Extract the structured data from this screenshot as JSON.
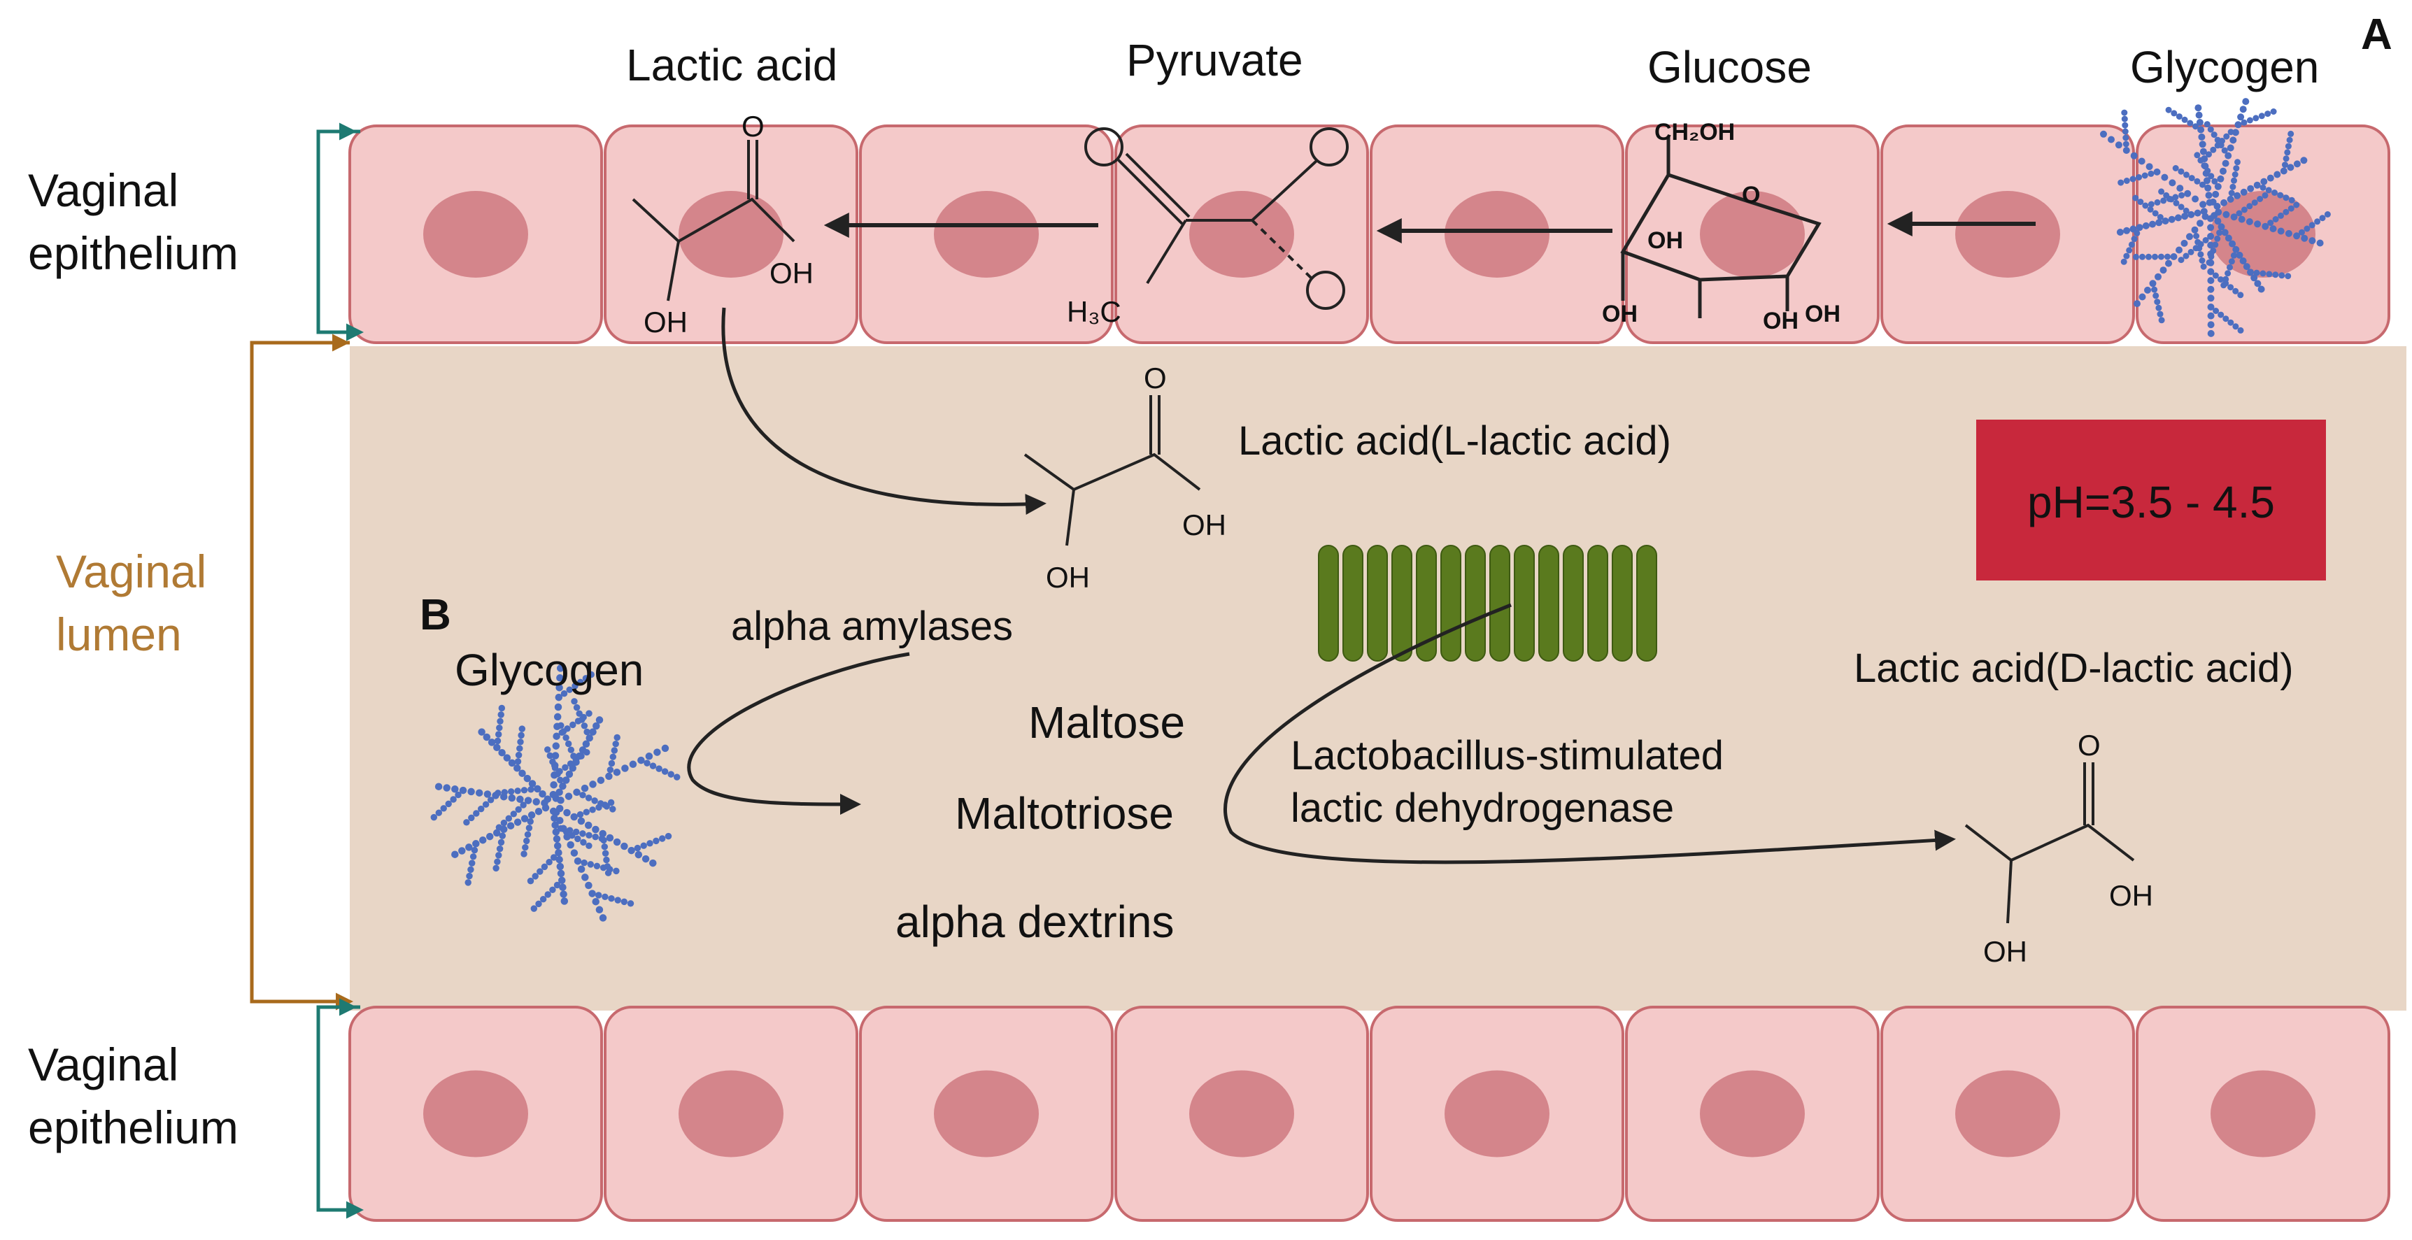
{
  "panel_labels": {
    "a": "A",
    "b": "B"
  },
  "side_labels": {
    "epithelium_top_line1": "Vaginal",
    "epithelium_top_line2": "epithelium",
    "lumen_line1": "Vaginal",
    "lumen_line2": "lumen",
    "epithelium_bottom_line1": "Vaginal",
    "epithelium_bottom_line2": "epithelium"
  },
  "pathway_a": {
    "lactic_acid": "Lactic acid",
    "pyruvate": "Pyruvate",
    "glucose": "Glucose",
    "glycogen": "Glycogen"
  },
  "chem": {
    "o": "O",
    "oh": "OH",
    "h3c": "H₃C",
    "ch2oh": "CH₂OH",
    "ring_o": "O"
  },
  "lumen": {
    "l_lactic": "Lactic acid(L-lactic acid)",
    "ph": "pH=3.5 - 4.5",
    "glycogen": "Glycogen",
    "alpha_amylases": "alpha amylases",
    "maltose": "Maltose",
    "maltotriose": "Maltotriose",
    "alpha_dextrins": "alpha dextrins",
    "lactobacillus_line1": "Lactobacillus-stimulated",
    "lactobacillus_line2": "lactic dehydrogenase",
    "d_lactic": "Lactic acid(D-lactic acid)"
  },
  "colors": {
    "cell_fill": "#f4c9c9",
    "cell_stroke": "#c7696e",
    "nucleus": "#d4858b",
    "lumen": "#e8d6c6",
    "ph_box": "#c8283c",
    "bracket_teal": "#1e7a72",
    "bracket_brown": "#a86a1c",
    "bacteria": "#5a7a1e",
    "glycogen_dots": "#4c6ec0",
    "lumen_label": "#b07a34"
  }
}
